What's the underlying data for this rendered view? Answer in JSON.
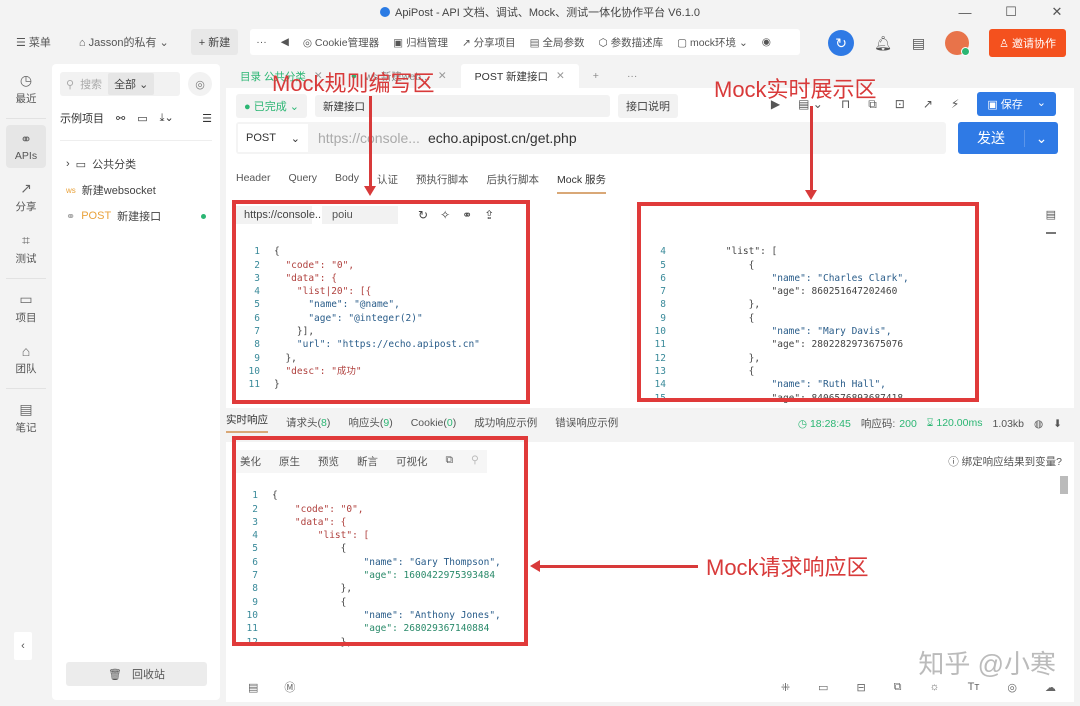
{
  "window": {
    "title": "ApiPost - API 文档、调试、Mock、测试一体化协作平台 V6.1.0",
    "controls": {
      "minimize": "—",
      "maximize": "☐",
      "close": "✕"
    }
  },
  "topbar": {
    "menu_label": "☰ 菜单",
    "team_label": "Jasson的私有",
    "new_label": "+ 新建",
    "tools": [
      {
        "icon": "more-icon",
        "label": "···"
      },
      {
        "icon": "back-icon",
        "label": "◀"
      },
      {
        "icon": "cookie-icon",
        "label": "Cookie管理器"
      },
      {
        "icon": "archive-icon",
        "label": "归档管理"
      },
      {
        "icon": "share-icon",
        "label": "分享项目"
      },
      {
        "icon": "global-params-icon",
        "label": "全局参数"
      },
      {
        "icon": "param-lib-icon",
        "label": "参数描述库"
      },
      {
        "icon": "env-icon",
        "label": "mock环境"
      }
    ],
    "invite_label": "邀请协作"
  },
  "rail": {
    "items": [
      {
        "label": "最近",
        "icon": "clock-icon"
      },
      {
        "label": "APIs",
        "icon": "link-icon",
        "active": true
      },
      {
        "label": "分享",
        "icon": "share-icon"
      },
      {
        "label": "测试",
        "icon": "flow-icon"
      },
      {
        "label": "项目",
        "icon": "folder-icon"
      },
      {
        "label": "团队",
        "icon": "team-icon"
      },
      {
        "label": "笔记",
        "icon": "note-icon"
      }
    ]
  },
  "tree": {
    "search_placeholder": "搜索",
    "scope": "全部",
    "project_name": "示例项目",
    "items": [
      {
        "type": "folder",
        "label": "公共分类"
      },
      {
        "type": "ws",
        "prefix": "ws",
        "label": "新建websocket"
      },
      {
        "type": "post",
        "prefix": "POST",
        "label": "新建接口"
      }
    ],
    "trash_label": "回收站"
  },
  "tabs": [
    {
      "label": "目录 公共分类",
      "active": false
    },
    {
      "label": "ws 新建web...",
      "active": false
    },
    {
      "label": "POST 新建接口",
      "active": true
    }
  ],
  "request": {
    "status": "● 已完成",
    "name": "新建接口",
    "desc_btn": "接口说明",
    "save_label": "保存",
    "method": "POST",
    "url_prefix": "https://console...",
    "url": "echo.apipost.cn/get.php",
    "send_label": "发送",
    "subtabs": [
      "Header",
      "Query",
      "Body",
      "认证",
      "预执行脚本",
      "后执行脚本",
      "Mock 服务"
    ],
    "active_subtab": "Mock 服务"
  },
  "mock": {
    "url_value": "https://console...",
    "path_value": "poiu",
    "rule_lines": [
      "{",
      "  \"code\": \"0\",",
      "  \"data\": {",
      "    \"list|20\": [{",
      "      \"name\": \"@name\",",
      "      \"age\": \"@integer(2)\"",
      "    }],",
      "    \"url\": \"https://echo.apipost.cn\"",
      "  },",
      "  \"desc\": \"成功\"",
      "}"
    ],
    "preview_start_line": 4,
    "preview_lines": [
      "        \"list\": [",
      "            {",
      "                \"name\": \"Charles Clark\",",
      "                \"age\": 860251647202460",
      "            },",
      "            {",
      "                \"name\": \"Mary Davis\",",
      "                \"age\": 2802282973675076",
      "            },",
      "            {",
      "                \"name\": \"Ruth Hall\",",
      "                \"age\": 8406576893687418"
    ]
  },
  "response": {
    "tabs": [
      {
        "label": "实时响应",
        "count": null
      },
      {
        "label": "请求头",
        "count": "8"
      },
      {
        "label": "响应头",
        "count": "9"
      },
      {
        "label": "Cookie",
        "count": "0"
      },
      {
        "label": "成功响应示例",
        "count": null
      },
      {
        "label": "错误响应示例",
        "count": null
      }
    ],
    "time": "18:28:45",
    "code_label": "响应码:",
    "code": "200",
    "duration": "120.00ms",
    "size": "1.03kb",
    "format_tabs": [
      "美化",
      "原生",
      "预览",
      "断言",
      "可视化"
    ],
    "bind_hint": "绑定响应结果到变量?",
    "lines": [
      "{",
      "    \"code\": \"0\",",
      "    \"data\": {",
      "        \"list\": [",
      "            {",
      "                \"name\": \"Gary Thompson\",",
      "                \"age\": 1600422975393484",
      "            },",
      "            {",
      "                \"name\": \"Anthony Jones\",",
      "                \"age\": 268029367140884",
      "            },"
    ]
  },
  "annotations": {
    "rule_area": "Mock规则编写区",
    "preview_area": "Mock实时展示区",
    "response_area": "Mock请求响应区",
    "color": "#d83a3a"
  },
  "watermark": "知乎 @小寒",
  "colors": {
    "primary": "#2f7ae5",
    "invite": "#f4511e",
    "success": "#2bb673",
    "post": "#e9a23b"
  }
}
